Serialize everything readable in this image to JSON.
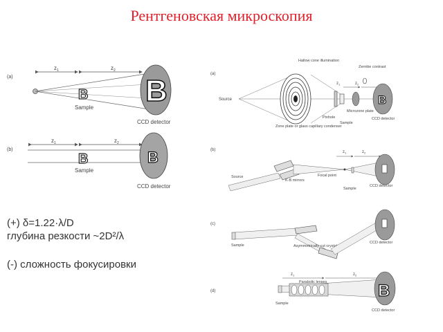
{
  "title": "Рентгеновская микроскопия",
  "left": {
    "a": {
      "tag": "(a)",
      "z1": "z",
      "z1_sub": "1",
      "z2": "z",
      "z2_sub": "2",
      "sample": "Sample",
      "detector": "CCD detector"
    },
    "b": {
      "tag": "(b)",
      "z1": "z",
      "z1_sub": "1",
      "z2": "z",
      "z2_sub": "2",
      "sample": "Sample",
      "detector": "CCD detector"
    }
  },
  "notes": {
    "plus": "(+) δ=1.22·λ/D",
    "depth": "глубина резкости ~2D²/λ",
    "minus": "(-) сложность фокусировки"
  },
  "right": {
    "a": {
      "tag": "(a)",
      "source": "Source",
      "hollow": "Hallow cone illumination",
      "zone": "Zone plate or glass capillary condenser",
      "pinhole": "Pinhole",
      "sample": "Sample",
      "zernike": "Zernike contrast",
      "microzone": "Microzone plate",
      "z1": "z",
      "z1_sub": "1",
      "z2": "z",
      "z2_sub": "2",
      "detector": "CCD detector"
    },
    "b": {
      "tag": "(b)",
      "source": "Source",
      "kb": "K-B mirrors",
      "focal": "Focal point",
      "sample": "Sample",
      "z1": "z",
      "z1_sub": "1",
      "z2": "z",
      "z2_sub": "2",
      "detector": "CCD detector"
    },
    "c": {
      "tag": "(c)",
      "sample": "Sample",
      "crystals": "Asymmetrically cut crystals",
      "detector": "CCD detector"
    },
    "d": {
      "tag": "(d)",
      "lenses": "Parabolic lenses",
      "sample": "Sample",
      "z1": "z",
      "z1_sub": "1",
      "z2": "z",
      "z2_sub": "2",
      "detector": "CCD detector"
    }
  }
}
